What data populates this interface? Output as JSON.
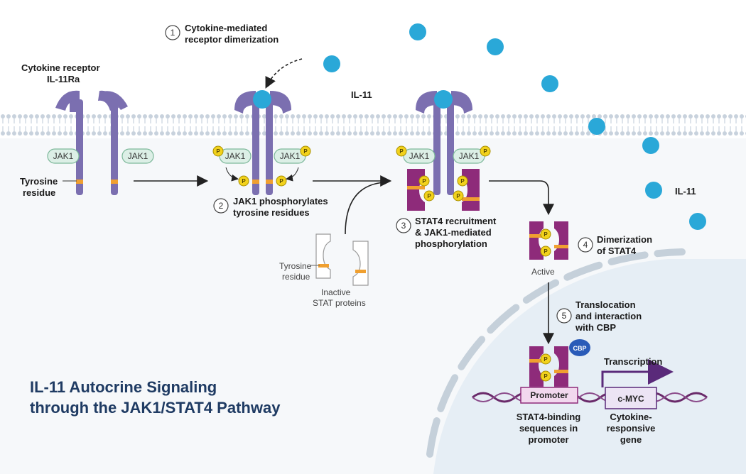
{
  "title": {
    "line1": "IL-11 Autocrine Signaling",
    "line2": "through the JAK1/STAT4 Pathway"
  },
  "labels": {
    "receptor_line1": "Cytokine receptor",
    "receptor_line2": "IL-11Ra",
    "il11_top": "IL-11",
    "il11_right": "IL-11",
    "jak1": "JAK1",
    "tyrosine_line1": "Tyrosine",
    "tyrosine_line2": "residue",
    "p": "P",
    "active": "Active",
    "inactive_tyrosine_line1": "Tyrosine",
    "inactive_tyrosine_line2": "residue",
    "inactive_line1": "Inactive",
    "inactive_line2": "STAT proteins",
    "cbp": "CBP",
    "transcription": "Transcription",
    "promoter": "Promoter",
    "cmyc": "c-MYC",
    "binding_line1": "STAT4-binding",
    "binding_line2": "sequences in",
    "binding_line3": "promoter",
    "gene_line1": "Cytokine-",
    "gene_line2": "responsive",
    "gene_line3": "gene"
  },
  "steps": [
    {
      "num": "1",
      "line1": "Cytokine-mediated",
      "line2": "receptor dimerization",
      "line3": ""
    },
    {
      "num": "2",
      "line1": "JAK1 phosphorylates",
      "line2": "tyrosine residues",
      "line3": ""
    },
    {
      "num": "3",
      "line1": "STAT4 recruitment",
      "line2": "& JAK1-mediated",
      "line3": "phosphorylation"
    },
    {
      "num": "4",
      "line1": "Dimerization",
      "line2": "of STAT4",
      "line3": ""
    },
    {
      "num": "5",
      "line1": "Translocation",
      "line2": "and interaction",
      "line3": "with CBP"
    }
  ],
  "colors": {
    "receptor": "#7b6fb0",
    "receptor_dark": "#5a4f8e",
    "cytokine": "#2aa8d8",
    "membrane": "#d7dfe8",
    "jak": "#dcefe6",
    "stat": "#8e2b7a",
    "tyrosine": "#f0a030",
    "phospho": "#f2d21c",
    "nucleus": "#e8f0f6",
    "title": "#1f3b63",
    "dna": "#6a2a6a",
    "cbp": "#2a5bb8"
  }
}
